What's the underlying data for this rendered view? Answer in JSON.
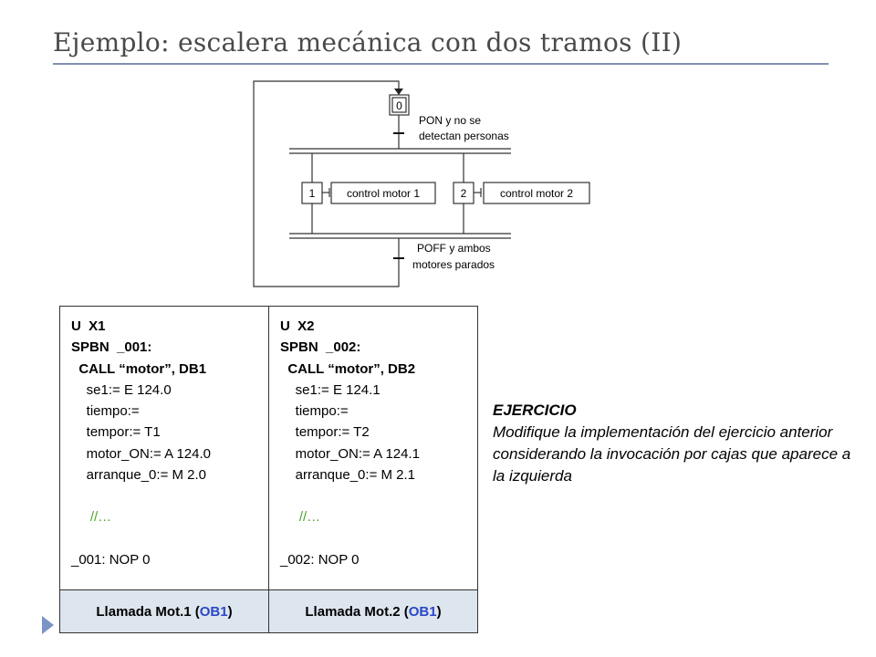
{
  "slide": {
    "title": "Ejemplo: escalera mecánica con dos tramos (II)"
  },
  "diagram": {
    "step0": "0",
    "transition1": [
      "PON y no se",
      "detectan personas"
    ],
    "step1": "1",
    "action1": "control motor 1",
    "step2": "2",
    "action2": "control motor 2",
    "transition2": [
      "POFF y ambos",
      "motores parados"
    ]
  },
  "code_table": {
    "col1": {
      "lines": [
        "U  X1",
        "SPBN  _001:",
        "  CALL “motor”, DB1",
        "    se1:= E 124.0",
        "    tiempo:=",
        "    tempor:= T1",
        "    motor_ON:= A 124.0",
        "    arranque_0:= M 2.0",
        "",
        "     //…",
        "",
        "_001: NOP 0"
      ],
      "footer": "Llamada Mot.1 (",
      "footer_ob": "OB1",
      "footer_end": ")"
    },
    "col2": {
      "lines": [
        "U  X2",
        "SPBN  _002:",
        "  CALL “motor”, DB2",
        "    se1:= E 124.1",
        "    tiempo:=",
        "    tempor:= T2",
        "    motor_ON:= A 124.1",
        "    arranque_0:= M 2.1",
        "",
        "     //…",
        "",
        "_002: NOP 0"
      ],
      "footer": "Llamada Mot.2 (",
      "footer_ob": "OB1",
      "footer_end": ")"
    }
  },
  "exercise": {
    "title": "EJERCICIO",
    "body": "Modifique la implementación del ejercicio anterior considerando la invocación por cajas que aparece a la izquierda"
  },
  "colors": {
    "title_rule": "#8190b0",
    "footer_bg": "#dde5ef",
    "ob_link": "#2a46c8",
    "comment": "#4aa52a",
    "bullet": "#7b93c6"
  }
}
